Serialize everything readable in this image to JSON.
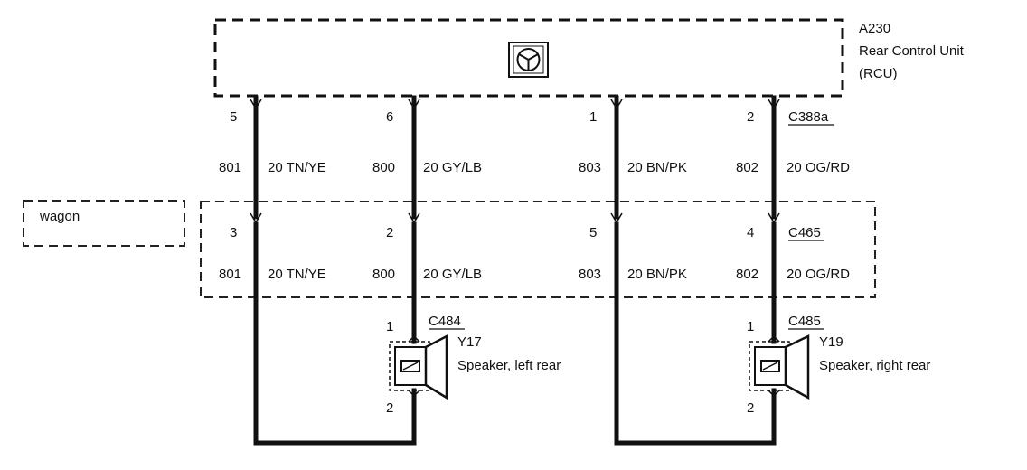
{
  "module": {
    "id": "A230",
    "name": "Rear Control Unit",
    "abbr": "(RCU)"
  },
  "option_label": "wagon",
  "connectors": {
    "top": "C388a",
    "mid": "C465",
    "left_speaker": "C484",
    "right_speaker": "C485"
  },
  "circuits": [
    {
      "top_pin": "5",
      "mid_pin": "3",
      "circuit": "801",
      "wire": "20 TN/YE"
    },
    {
      "top_pin": "6",
      "mid_pin": "2",
      "circuit": "800",
      "wire": "20 GY/LB"
    },
    {
      "top_pin": "1",
      "mid_pin": "5",
      "circuit": "803",
      "wire": "20 BN/PK"
    },
    {
      "top_pin": "2",
      "mid_pin": "4",
      "circuit": "802",
      "wire": "20 OG/RD"
    }
  ],
  "speakers": [
    {
      "id": "Y17",
      "name": "Speaker, left rear",
      "pin_top": "1",
      "pin_bottom": "2"
    },
    {
      "id": "Y19",
      "name": "Speaker, right rear",
      "pin_top": "1",
      "pin_bottom": "2"
    }
  ]
}
